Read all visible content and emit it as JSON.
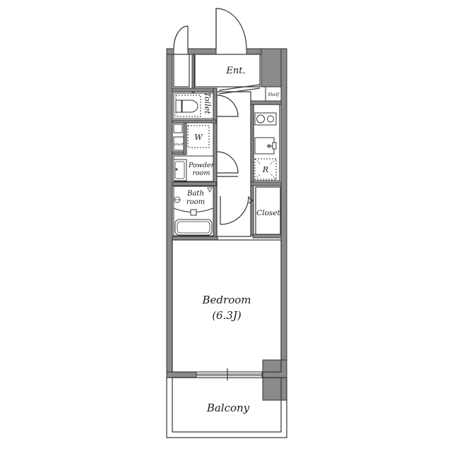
{
  "floorplan": {
    "colors": {
      "wall": "#8a8a8a",
      "line": "#333333",
      "background": "#ffffff",
      "fixture_dash": "#333333"
    },
    "rooms": {
      "entrance": "Ent.",
      "toilet": "Toilet",
      "washer": "W",
      "shelf_left": "Shelf",
      "shelf_right": "Shelf",
      "powder_room_line1": "Powder",
      "powder_room_line2": "room",
      "bath_room_line1": "Bath",
      "bath_room_line2": "room",
      "closet": "Closet",
      "refrigerator": "R",
      "bedroom": "Bedroom",
      "bedroom_size": "(6.3J)",
      "balcony": "Balcony"
    }
  }
}
